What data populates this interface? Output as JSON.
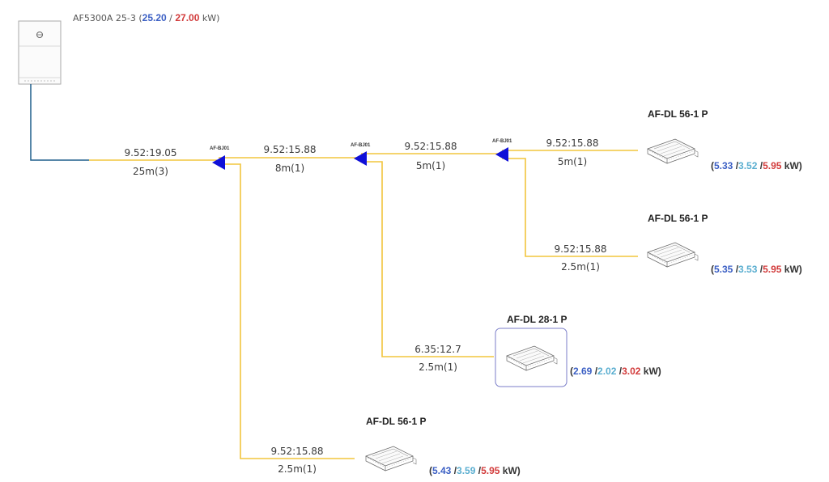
{
  "outdoor_unit": {
    "model": "AF5300A 25-3",
    "cooling_kw": "25.20",
    "heating_kw": "27.00",
    "unit": "kW"
  },
  "branch_joints": [
    {
      "id": "bj1",
      "label": "AF-BJ01"
    },
    {
      "id": "bj2",
      "label": "AF-BJ01"
    },
    {
      "id": "bj3",
      "label": "AF-BJ01"
    }
  ],
  "pipes": [
    {
      "id": "p-main",
      "size": "9.52:19.05",
      "length": "25m(3)"
    },
    {
      "id": "p-12",
      "size": "9.52:15.88",
      "length": "8m(1)"
    },
    {
      "id": "p-23",
      "size": "9.52:15.88",
      "length": "5m(1)"
    },
    {
      "id": "p-3a",
      "size": "9.52:15.88",
      "length": "5m(1)"
    },
    {
      "id": "p-3b",
      "size": "9.52:15.88",
      "length": "2.5m(1)"
    },
    {
      "id": "p-2c",
      "size": "6.35:12.7",
      "length": "2.5m(1)"
    },
    {
      "id": "p-1d",
      "size": "9.52:15.88",
      "length": "2.5m(1)"
    }
  ],
  "indoor_units": [
    {
      "id": "iu-a",
      "name": "AF-DL 56-1 P",
      "v1": "5.33",
      "v2": "3.52",
      "v3": "5.95",
      "unit": "kW"
    },
    {
      "id": "iu-b",
      "name": "AF-DL 56-1 P",
      "v1": "5.35",
      "v2": "3.53",
      "v3": "5.95",
      "unit": "kW"
    },
    {
      "id": "iu-c",
      "name": "AF-DL 28-1 P",
      "v1": "2.69",
      "v2": "2.02",
      "v3": "3.02",
      "unit": "kW"
    },
    {
      "id": "iu-d",
      "name": "AF-DL 56-1 P",
      "v1": "5.43",
      "v2": "3.59",
      "v3": "5.95",
      "unit": "kW"
    }
  ],
  "colors": {
    "pipe": "#f2c53d",
    "liquid_line": "#1f5f8b",
    "joint": "#1010d8",
    "cool": "#3b5fc4",
    "heat": "#d23b3b",
    "aux": "#5aaed0"
  }
}
